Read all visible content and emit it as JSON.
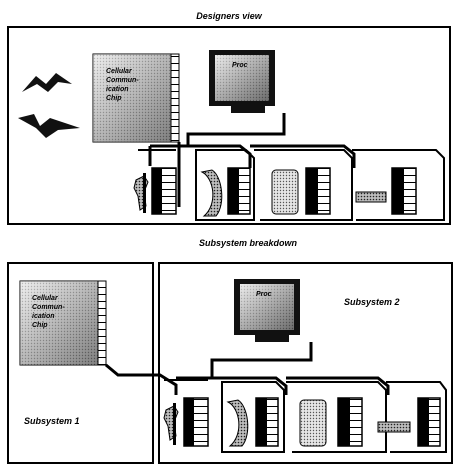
{
  "panels": {
    "designers_view": {
      "title": "Designers view",
      "chip_label": [
        "Cellular",
        "Commun-",
        "ication",
        "Chip"
      ],
      "processor_label": "Proc"
    },
    "subsystem_breakdown": {
      "title": "Subsystem breakdown",
      "chip_label": [
        "Cellular",
        "Commun-",
        "ication",
        "Chip"
      ],
      "processor_label": "Proc",
      "subsystem_1_label": "Subsystem 1",
      "subsystem_2_label": "Subsystem 2"
    }
  },
  "icons": [
    "antenna-signal-icon",
    "processor-monitor-icon",
    "rf-antenna-icon",
    "filter-icon",
    "converter-icon",
    "resistor-icon"
  ]
}
